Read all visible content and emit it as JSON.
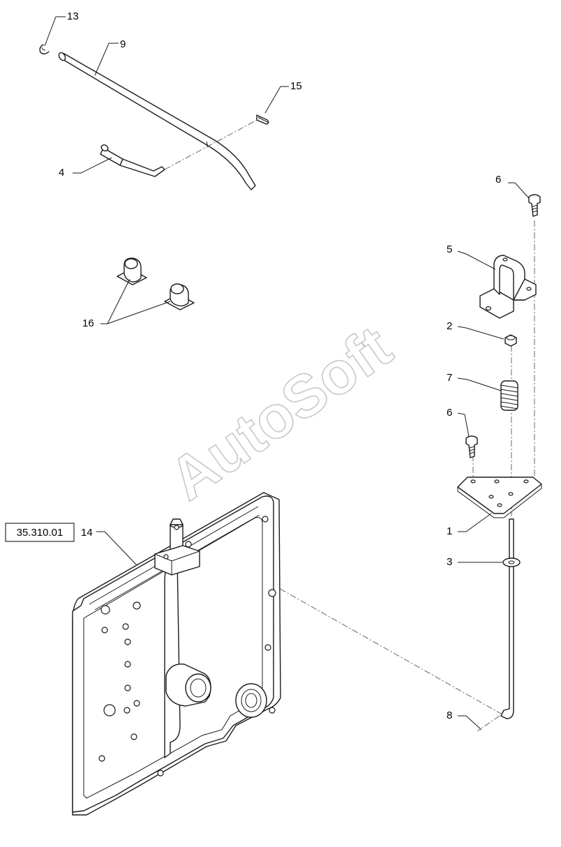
{
  "callouts": {
    "c13": "13",
    "c9": "9",
    "c15": "15",
    "c4": "4",
    "c16": "16",
    "c6a": "6",
    "c5": "5",
    "c2": "2",
    "c7": "7",
    "c6b": "6",
    "c1": "1",
    "c3": "3",
    "c8": "8",
    "c14": "14"
  },
  "reference_box": "35.310.01",
  "watermark": "AutoSoft"
}
